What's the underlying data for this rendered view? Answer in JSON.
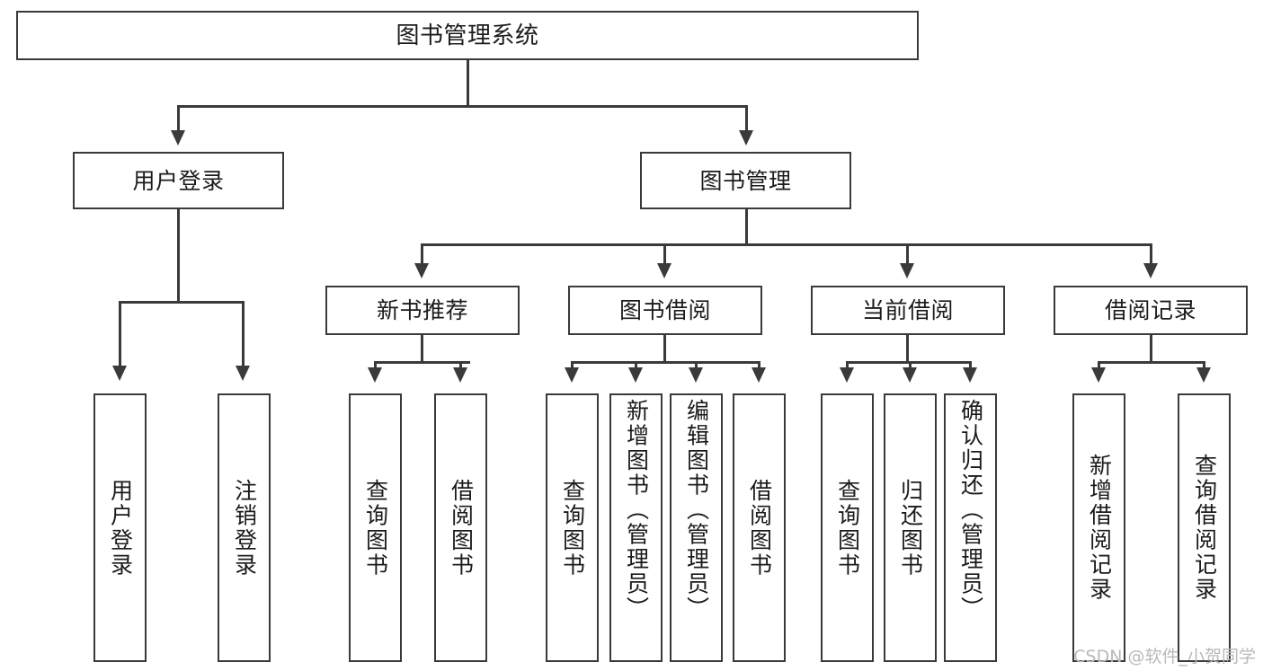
{
  "diagram": {
    "type": "tree-hierarchy",
    "title": "图书管理系统",
    "root": {
      "label": "图书管理系统"
    },
    "level2": [
      {
        "id": "user-login",
        "label": "用户登录"
      },
      {
        "id": "book-management",
        "label": "图书管理"
      }
    ],
    "level3": [
      {
        "id": "new-book-recommend",
        "label": "新书推荐"
      },
      {
        "id": "book-borrow",
        "label": "图书借阅"
      },
      {
        "id": "current-borrow",
        "label": "当前借阅"
      },
      {
        "id": "borrow-record",
        "label": "借阅记录"
      }
    ],
    "leaves": {
      "user_login": [
        {
          "id": "leaf-user-login",
          "label": "用户登录"
        },
        {
          "id": "leaf-logout-login",
          "label": "注销登录"
        }
      ],
      "new_book_recommend": [
        {
          "id": "leaf-query-book-1",
          "label": "查询图书"
        },
        {
          "id": "leaf-borrow-book-1",
          "label": "借阅图书"
        }
      ],
      "book_borrow": [
        {
          "id": "leaf-query-book-2",
          "label": "查询图书"
        },
        {
          "id": "leaf-add-book",
          "label": "新增图书（管理员）"
        },
        {
          "id": "leaf-edit-book",
          "label": "编辑图书（管理员）"
        },
        {
          "id": "leaf-borrow-book-2",
          "label": "借阅图书"
        }
      ],
      "current_borrow": [
        {
          "id": "leaf-query-book-3",
          "label": "查询图书"
        },
        {
          "id": "leaf-return-book",
          "label": "归还图书"
        },
        {
          "id": "leaf-confirm-return",
          "label": "确认归还（管理员）"
        }
      ],
      "borrow_record": [
        {
          "id": "leaf-add-record",
          "label": "新增借阅记录"
        },
        {
          "id": "leaf-query-record",
          "label": "查询借阅记录"
        }
      ]
    }
  },
  "watermark": {
    "text": "CSDN @软件_小贺同学"
  },
  "colors": {
    "border": "#3a3a3a",
    "fill": "#ffffff",
    "text": "#1b1b1b",
    "watermark": "#b9b9b9"
  }
}
